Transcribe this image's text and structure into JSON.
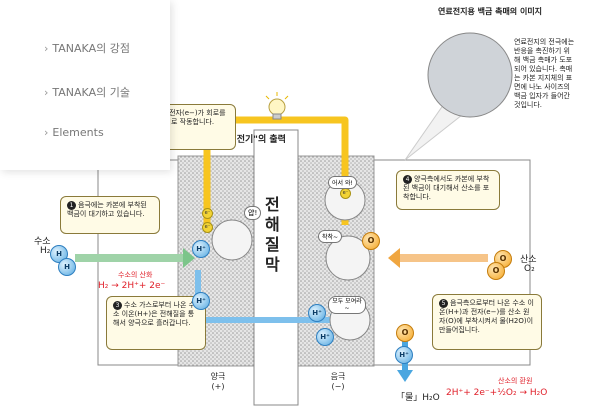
{
  "menu": {
    "items": [
      {
        "label": "TANAKA의 강점"
      },
      {
        "label": "TANAKA의 기술"
      },
      {
        "label": "Elements"
      }
    ]
  },
  "inset": {
    "title": "연료전지용 백금 촉매의 이미지",
    "text": "연료전지의 전극에는 반응을 촉진하기 위해 백금 촉매가 도포되어 있습니다. 촉매는 카본 지지체의 표면에 나노 사이즈의 백금 입자가 들어간 것입니다."
  },
  "diagram": {
    "output_label": "\"전기\"의 출력",
    "electrolyte": "전해질막",
    "anode": "양극\n(+)",
    "cathode": "음극\n(−)",
    "hydrogen_label": "수소",
    "hydrogen_formula": "H₂",
    "oxygen_label": "산소",
    "oxygen_formula": "O₂",
    "oxidation_title": "수소의 산화",
    "oxidation_eq": "H₂ → 2H⁺+ 2e⁻",
    "reduction_title": "산소의 환원",
    "reduction_eq": "2H⁺+ 2e⁻+½O₂ → H₂O",
    "water_label": "「물」H₂O",
    "speech_anode": "얍!",
    "speech_cathode_top": "어서 와!",
    "speech_cathode_mid": "착착~",
    "speech_cathode_low": "모두 모여라~",
    "ion_h": "H⁺",
    "ion_h2": "H",
    "ion_o": "O",
    "electron": "e⁻"
  },
  "notes": {
    "n1": {
      "num": "1",
      "text": "음극에는 카본에 부착된 백금이 대기하고 있습니다."
    },
    "n2": {
      "num": "2",
      "text": "음극에서 나온 전자(e−)가 회로를 통해서 전기 에너지로 작동합니다."
    },
    "n3": {
      "num": "3",
      "text": "수소 가스로부터 나온 수소 이온(H+)은 전해질을 통해서 양극으로 흘러갑니다."
    },
    "n4": {
      "num": "4",
      "text": "양극측에서도 카본에 부착된 백금이 대기해서 산소를 포착합니다."
    },
    "n5": {
      "num": "5",
      "text": "음극측으로부터 나온 수소 이온(H+)과 전자(e−)를 산소 원자(O)에 부착시켜서 물(H2O)이 만들어집니다."
    }
  },
  "colors": {
    "yellow": "#f7c520",
    "blue": "#4aa6e0",
    "green": "#7cc58a",
    "orange": "#f0a640",
    "red": "#e0202a"
  }
}
